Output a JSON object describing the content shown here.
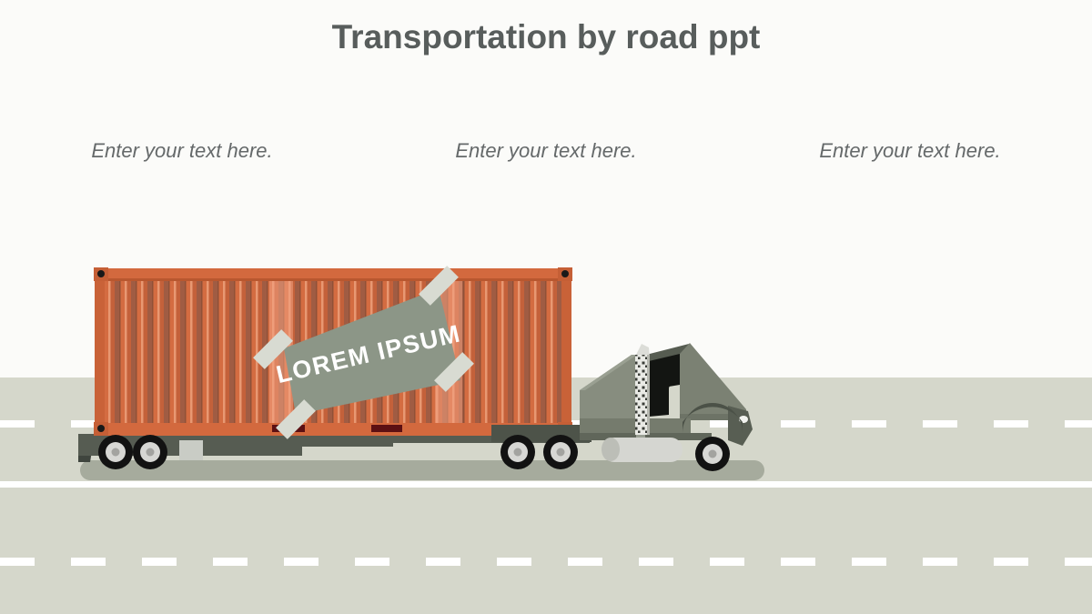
{
  "slide": {
    "title": "Transportation by road ppt",
    "placeholders": [
      {
        "text": "Enter your text here."
      },
      {
        "text": "Enter your text here."
      },
      {
        "text": "Enter your text here."
      }
    ],
    "truck": {
      "cargo_label": "LOREM IPSUM"
    }
  },
  "colors": {
    "background": "#fbfbf9",
    "title_text": "#585d5c",
    "placeholder_text": "#65696a",
    "road": "#d5d7cb",
    "road_marking": "#ffffff",
    "container_orange": "#d3693e",
    "container_stripe_dark": "#a05c43",
    "container_red_latch": "#5c1013",
    "cargo_label_bg": "#8c9687",
    "cargo_label_text": "#ffffff",
    "tape": "#d8dbd2",
    "cab_olive": "#878d7f",
    "cab_dark": "#565c51",
    "chassis": "#565c52",
    "tire": "#121212",
    "rim": "#d7d7d4",
    "shadow": "#a6ab9d"
  }
}
